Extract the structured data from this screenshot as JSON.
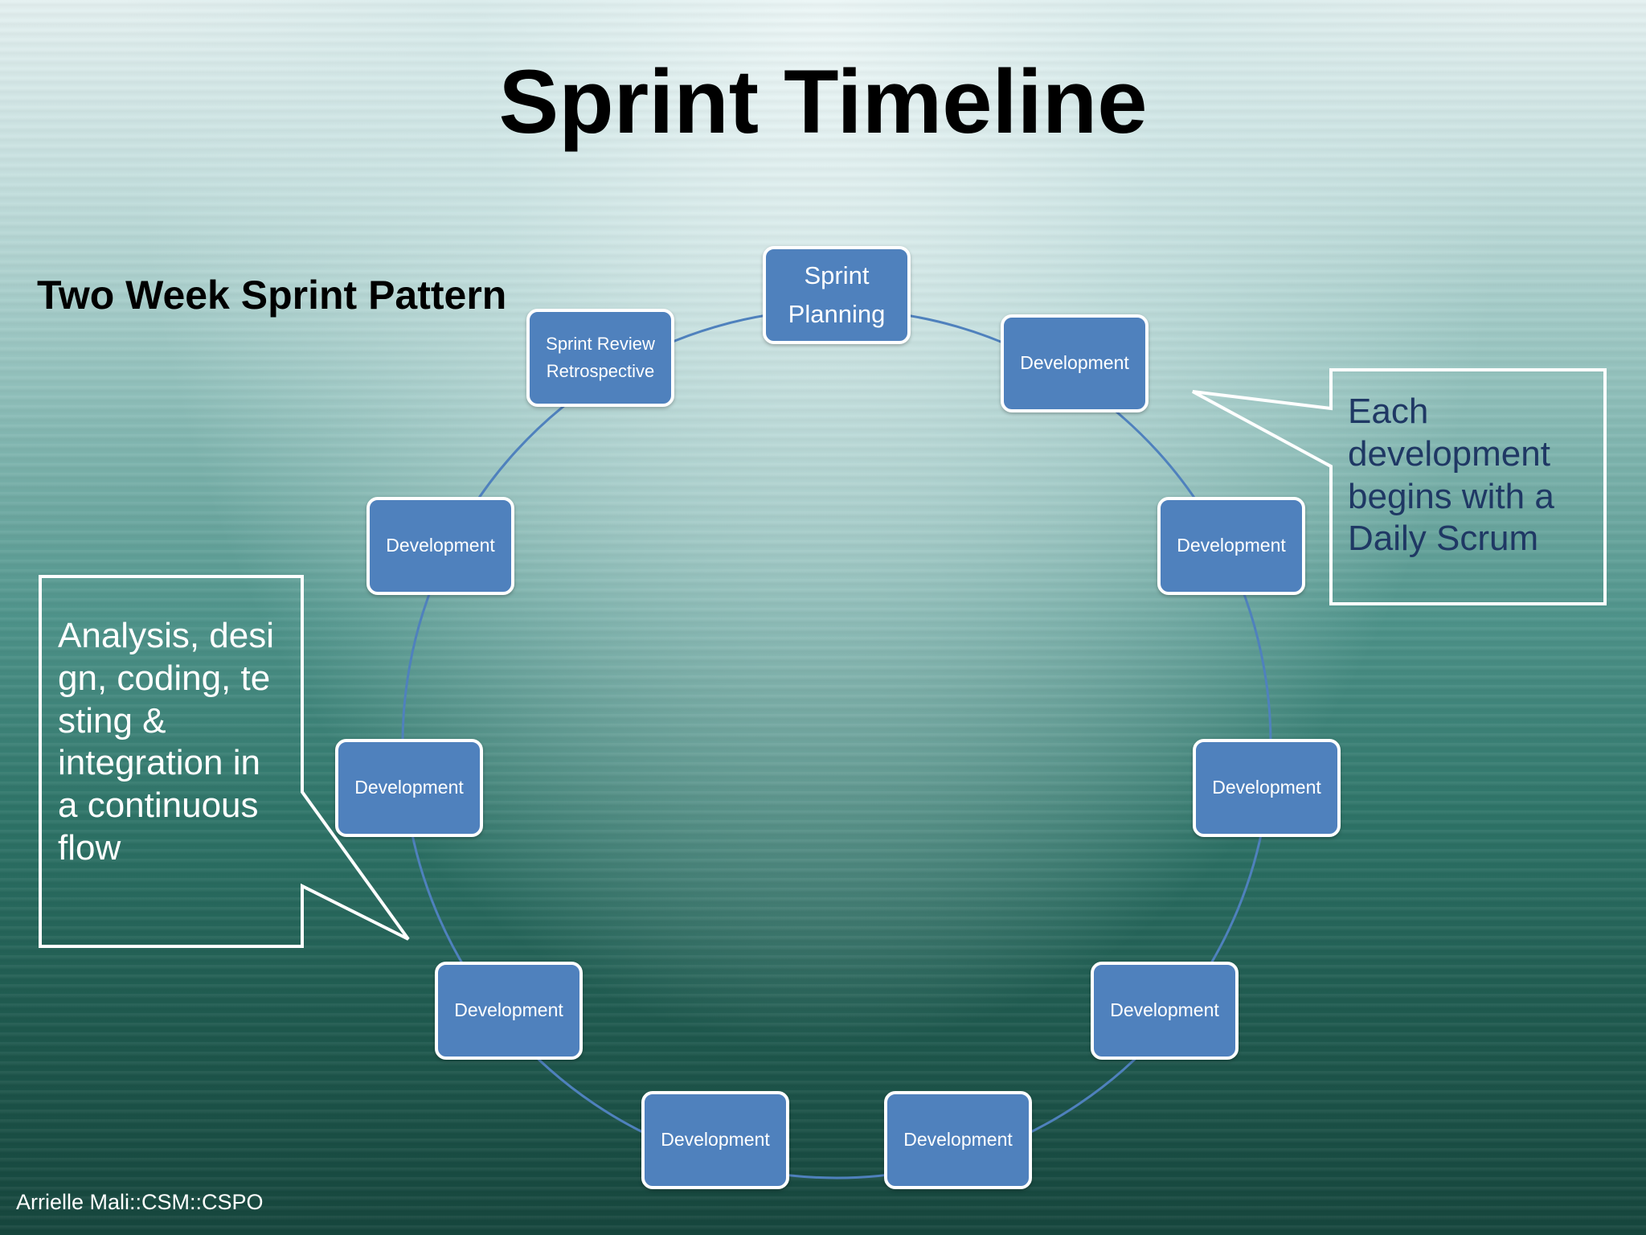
{
  "title": "Sprint Timeline",
  "subtitle": "Two Week Sprint Pattern",
  "footer": "Arrielle Mali::CSM::CSPO",
  "colors": {
    "node_fill": "#4f81bd",
    "node_border": "#ffffff",
    "connector": "#4f81bd",
    "right_callout_text": "#1f3864",
    "left_callout_text": "#ffffff"
  },
  "cycle": [
    {
      "lines": [
        "Sprint",
        "Planning"
      ]
    },
    {
      "lines": [
        "Development"
      ]
    },
    {
      "lines": [
        "Development"
      ]
    },
    {
      "lines": [
        "Development"
      ]
    },
    {
      "lines": [
        "Development"
      ]
    },
    {
      "lines": [
        "Development"
      ]
    },
    {
      "lines": [
        "Development"
      ]
    },
    {
      "lines": [
        "Development"
      ]
    },
    {
      "lines": [
        "Development"
      ]
    },
    {
      "lines": [
        "Development"
      ]
    },
    {
      "lines": [
        "Sprint Review",
        "Retrospective"
      ]
    }
  ],
  "callouts": {
    "left": {
      "lines": [
        "Analysis, desi",
        "gn, coding, te",
        "sting &",
        "integration in",
        "a continuous",
        "flow"
      ]
    },
    "right": {
      "lines": [
        "Each",
        "development",
        "begins with a",
        "Daily Scrum"
      ]
    }
  }
}
